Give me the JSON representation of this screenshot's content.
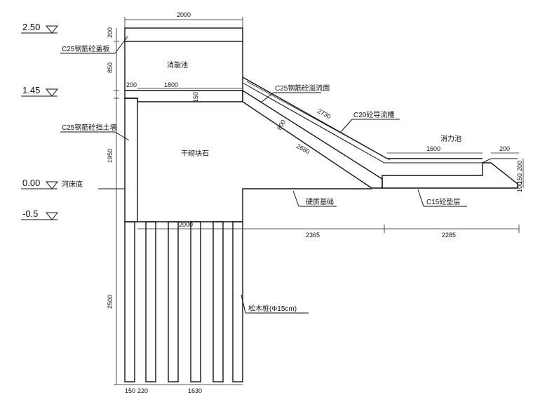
{
  "levels": [
    "2.50",
    "1.45",
    "0.00",
    "-0.5"
  ],
  "labels": {
    "c25_cap": "C25钢筋砼盖板",
    "chamber": "消能池",
    "c25_wall": "C25钢筋砼挡土墙",
    "riverbed": "河床底",
    "rubble": "干砌块石",
    "c25_slope": "C25钢筋砼溢流面",
    "c20_guide": "C20砼导流槽",
    "stilling": "消力池",
    "foundation": "硬质基础",
    "c15": "C15砼垫层",
    "pile": "松木桩(Φ15cm)"
  },
  "dims": {
    "top_2000": "2000",
    "h200": "200",
    "h850": "850",
    "h200_b": "200",
    "w1800": "1800",
    "h150_mid": "150",
    "h1950": "1950",
    "slope_2730": "2730",
    "slope_600": "600",
    "slope_2680": "2680",
    "w1600": "1600",
    "w200_r": "200",
    "r200": "200",
    "r150": "150",
    "r100": "100",
    "b2000": "2000",
    "b2365": "2365",
    "b2285": "2285",
    "h2500": "2500",
    "p150": "150",
    "p220": "220",
    "p1630": "1630"
  }
}
